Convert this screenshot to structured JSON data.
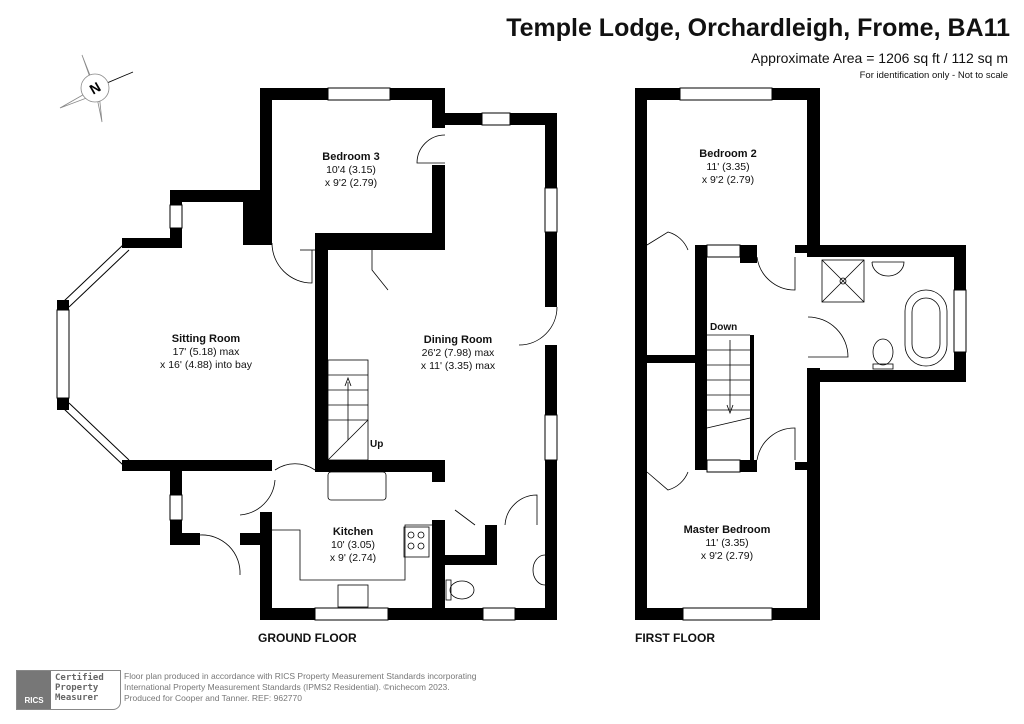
{
  "header": {
    "title": "Temple Lodge, Orchardleigh, Frome, BA11",
    "area": "Approximate Area = 1206 sq ft / 112 sq m",
    "note": "For identification only - Not to scale"
  },
  "compass": {
    "label": "N"
  },
  "ground_floor": {
    "label": "GROUND FLOOR",
    "stairs_label": "Up",
    "rooms": [
      {
        "name": "Bedroom 3",
        "dim1": "10'4 (3.15)",
        "dim2": "x 9'2 (2.79)"
      },
      {
        "name": "Sitting Room",
        "dim1": "17' (5.18) max",
        "dim2": "x 16' (4.88) into bay"
      },
      {
        "name": "Dining Room",
        "dim1": "26'2 (7.98) max",
        "dim2": "x 11' (3.35) max"
      },
      {
        "name": "Kitchen",
        "dim1": "10' (3.05)",
        "dim2": "x 9' (2.74)"
      }
    ]
  },
  "first_floor": {
    "label": "FIRST FLOOR",
    "stairs_label": "Down",
    "rooms": [
      {
        "name": "Bedroom 2",
        "dim1": "11' (3.35)",
        "dim2": "x 9'2 (2.79)"
      },
      {
        "name": "Master Bedroom",
        "dim1": "11' (3.35)",
        "dim2": "x 9'2 (2.79)"
      }
    ]
  },
  "footer": {
    "badge_logo": "RICS",
    "badge_text": [
      "Certified",
      "Property",
      "Measurer"
    ],
    "line1": "Floor plan produced in accordance with RICS Property Measurement Standards incorporating",
    "line2": "International Property Measurement Standards (IPMS2 Residential).  ©nichecom 2023.",
    "line3": "Produced for Cooper and Tanner.   REF: 962770"
  },
  "colors": {
    "wall": "#000000",
    "fixture": "#555555",
    "footer_text": "#777777"
  }
}
